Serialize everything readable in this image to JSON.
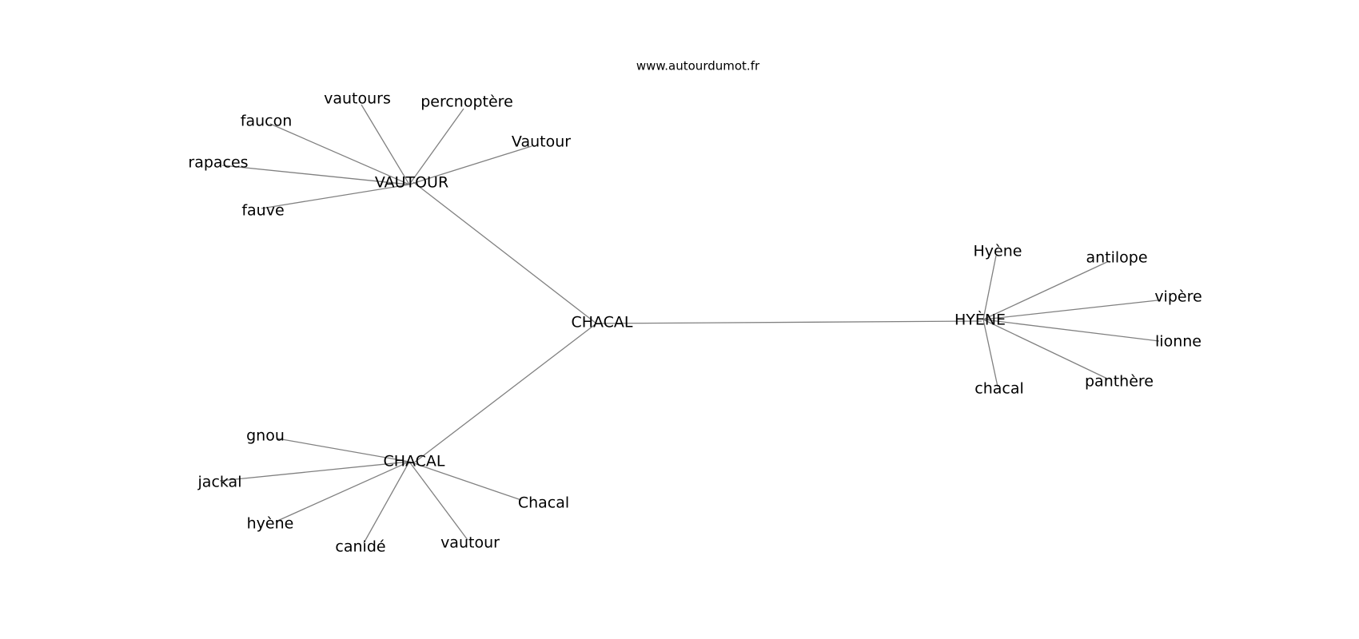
{
  "site": "www.autourdumot.fr",
  "graph": {
    "nodes": [
      {
        "id": "root",
        "label": "CHACAL"
      },
      {
        "id": "vautour_hub",
        "label": "VAUTOUR"
      },
      {
        "id": "chacal_hub",
        "label": "CHACAL"
      },
      {
        "id": "hyene_hub",
        "label": "HYÈNE"
      },
      {
        "id": "vautours",
        "label": "vautours"
      },
      {
        "id": "percnoptere",
        "label": "percnoptère"
      },
      {
        "id": "Vautour",
        "label": "Vautour"
      },
      {
        "id": "faucon",
        "label": "faucon"
      },
      {
        "id": "rapaces",
        "label": "rapaces"
      },
      {
        "id": "fauve",
        "label": "fauve"
      },
      {
        "id": "gnou",
        "label": "gnou"
      },
      {
        "id": "jackal",
        "label": "jackal"
      },
      {
        "id": "hyene_lc",
        "label": "hyène"
      },
      {
        "id": "canide",
        "label": "canidé"
      },
      {
        "id": "vautour_lc",
        "label": "vautour"
      },
      {
        "id": "Chacal",
        "label": "Chacal"
      },
      {
        "id": "Hyene",
        "label": "Hyène"
      },
      {
        "id": "antilope",
        "label": "antilope"
      },
      {
        "id": "vipere",
        "label": "vipère"
      },
      {
        "id": "lionne",
        "label": "lionne"
      },
      {
        "id": "panthere",
        "label": "panthère"
      },
      {
        "id": "chacal_lc",
        "label": "chacal"
      }
    ],
    "edges": [
      [
        "root",
        "vautour_hub"
      ],
      [
        "root",
        "chacal_hub"
      ],
      [
        "root",
        "hyene_hub"
      ],
      [
        "vautour_hub",
        "vautours"
      ],
      [
        "vautour_hub",
        "percnoptere"
      ],
      [
        "vautour_hub",
        "Vautour"
      ],
      [
        "vautour_hub",
        "faucon"
      ],
      [
        "vautour_hub",
        "rapaces"
      ],
      [
        "vautour_hub",
        "fauve"
      ],
      [
        "chacal_hub",
        "gnou"
      ],
      [
        "chacal_hub",
        "jackal"
      ],
      [
        "chacal_hub",
        "hyene_lc"
      ],
      [
        "chacal_hub",
        "canide"
      ],
      [
        "chacal_hub",
        "vautour_lc"
      ],
      [
        "chacal_hub",
        "Chacal"
      ],
      [
        "hyene_hub",
        "Hyene"
      ],
      [
        "hyene_hub",
        "antilope"
      ],
      [
        "hyene_hub",
        "vipere"
      ],
      [
        "hyene_hub",
        "lionne"
      ],
      [
        "hyene_hub",
        "panthere"
      ],
      [
        "hyene_hub",
        "chacal_lc"
      ]
    ]
  }
}
